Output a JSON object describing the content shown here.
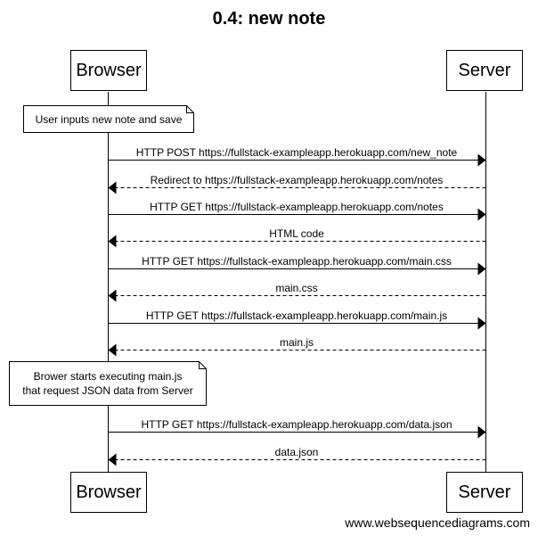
{
  "title": "0.4: new note",
  "actors": {
    "browser": "Browser",
    "server": "Server"
  },
  "notes": [
    "User inputs new note and save",
    "Brower starts executing main.js\n that request JSON data from Server"
  ],
  "messages": [
    {
      "text": "HTTP POST https://fullstack-exampleapp.herokuapp.com/new_note",
      "direction": "to-server",
      "style": "solid"
    },
    {
      "text": "Redirect to https://fullstack-exampleapp.herokuapp.com/notes",
      "direction": "to-browser",
      "style": "dashed"
    },
    {
      "text": "HTTP GET https://fullstack-exampleapp.herokuapp.com/notes",
      "direction": "to-server",
      "style": "solid"
    },
    {
      "text": "HTML code",
      "direction": "to-browser",
      "style": "dashed"
    },
    {
      "text": "HTTP GET https://fullstack-exampleapp.herokuapp.com/main.css",
      "direction": "to-server",
      "style": "solid"
    },
    {
      "text": "main.css",
      "direction": "to-browser",
      "style": "dashed"
    },
    {
      "text": "HTTP GET https://fullstack-exampleapp.herokuapp.com/main.js",
      "direction": "to-server",
      "style": "solid"
    },
    {
      "text": "main.js",
      "direction": "to-browser",
      "style": "dashed"
    },
    {
      "text": "HTTP GET https://fullstack-exampleapp.herokuapp.com/data.json",
      "direction": "to-server",
      "style": "solid"
    },
    {
      "text": "data.json",
      "direction": "to-browser",
      "style": "dashed"
    }
  ],
  "watermark": "www.websequencediagrams.com"
}
